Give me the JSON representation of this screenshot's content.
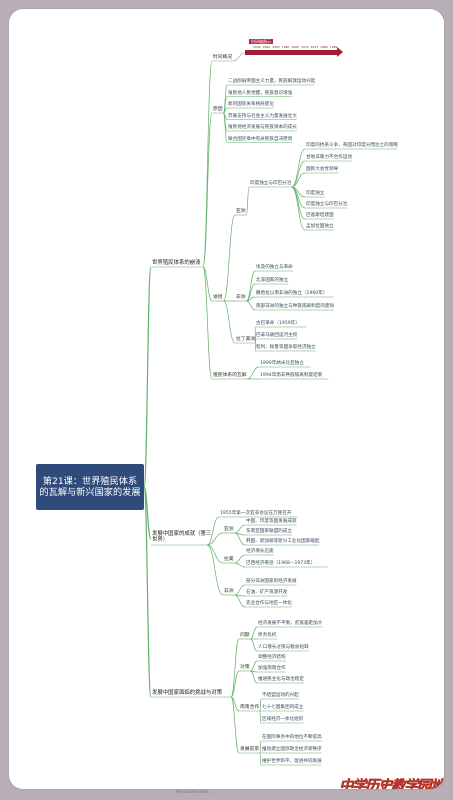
{
  "central_title": "第21课：世界殖民体系的瓦解与新兴国家的发展",
  "timeline": {
    "title": "时间轴图示",
    "ticks": [
      "1945",
      "1950",
      "1955",
      "1960",
      "1965",
      "1970",
      "1975",
      "1980",
      "1985"
    ]
  },
  "branches": {
    "b1": "世界殖民体系的崩溃",
    "b2": "发展中国家的成就（第三世界）",
    "b3": "发展中国家面临的挑战与对策"
  },
  "b1": {
    "time_node": "时间概况",
    "reasons_node": "原因",
    "reasons": [
      "二战削弱帝国主义力量，民族解放运动兴起",
      "殖民地人民觉醒，民族意识增强",
      "新的国际关系格局变化",
      "苏联支持与社会主义力量发展壮大",
      "殖民地经济发展与民族资本的成长",
      "联合国宪章中有关民族自决原则"
    ],
    "process_node": "进程",
    "asia_node": "亚洲",
    "independence_node": "印度独立与印巴分治",
    "india": [
      "印度的抗英斗争，英国对印度分而治之的策略",
      "甘地非暴力不合作运动",
      "国民大会党领导"
    ],
    "india_items": [
      "印度独立",
      "印度独立与印巴分治",
      "巴基斯坦建国",
      "孟加拉国独立"
    ],
    "africa_node": "非洲",
    "africa": [
      "埃及的独立与革命",
      "北非国家的独立",
      "撒哈拉以南非洲的独立（1960年）",
      "南部非洲的独立与种族隔离制度的废除"
    ],
    "latam_node": "拉丁美洲",
    "latam": [
      "古巴革命（1959年）",
      "巴拿马收回运河主权",
      "智利、秘鲁等国争取经济独立"
    ],
    "end_node": "殖民体系的瓦解",
    "end_items": [
      "1990年纳米比亚独立",
      "1994年南非种族隔离制度结束"
    ]
  },
  "b2": {
    "intro": "1955年第一次亚非会议在万隆召开",
    "asia_node": "亚洲",
    "asia": [
      "中国、印度等国发展成就",
      "东南亚国家联盟的成立",
      "韩国、新加坡等新兴工业化国家崛起"
    ],
    "latam_node": "拉美",
    "latam": [
      "经济增长迅速",
      "巴西经济奇迹（1968—1973年）"
    ],
    "africa_node": "非洲",
    "africa": [
      "部分非洲国家的经济发展",
      "石油、矿产资源开发",
      "农业合作与地区一体化"
    ]
  },
  "b3": {
    "problem_node": "问题",
    "problems": [
      "经济发展不平衡，贫富差距加大",
      "债务危机",
      "人口增长过快与粮食短缺"
    ],
    "measures_node": "对策",
    "measures": [
      "调整经济结构",
      "加强南南合作",
      "推进民主化与政治稳定"
    ],
    "cooperation_node": "南南合作",
    "cooperation": [
      "不结盟运动的兴起",
      "七十七国集团的成立",
      "区域经济一体化组织"
    ],
    "future_node": "发展前景",
    "future": [
      "在国际事务中的地位不断提高",
      "推动建立国际政治经济新秩序",
      "维护世界和平，促进共同发展"
    ]
  },
  "footer": "Produced with ...",
  "brand": "中学历史教学园地"
}
